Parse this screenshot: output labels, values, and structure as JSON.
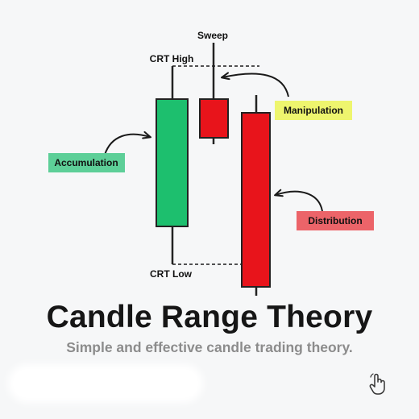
{
  "diagram": {
    "labels": {
      "sweep": "Sweep",
      "crt_high": "CRT High",
      "crt_low": "CRT Low",
      "manipulation": "Manipulation",
      "accumulation": "Accumulation",
      "distribution": "Distribution"
    },
    "colors": {
      "bullish_candle": "#1dbf6e",
      "bearish_candle": "#e8141b",
      "wick": "#222222",
      "accumulation_box": "#5dcf98",
      "manipulation_box": "#eef56e",
      "distribution_box": "#ec6469",
      "level_line": "#1a1a1a"
    }
  },
  "title": "Candle Range Theory",
  "subtitle": "Simple and effective candle trading theory.",
  "icons": {
    "corner": "pointing-hand-icon"
  }
}
